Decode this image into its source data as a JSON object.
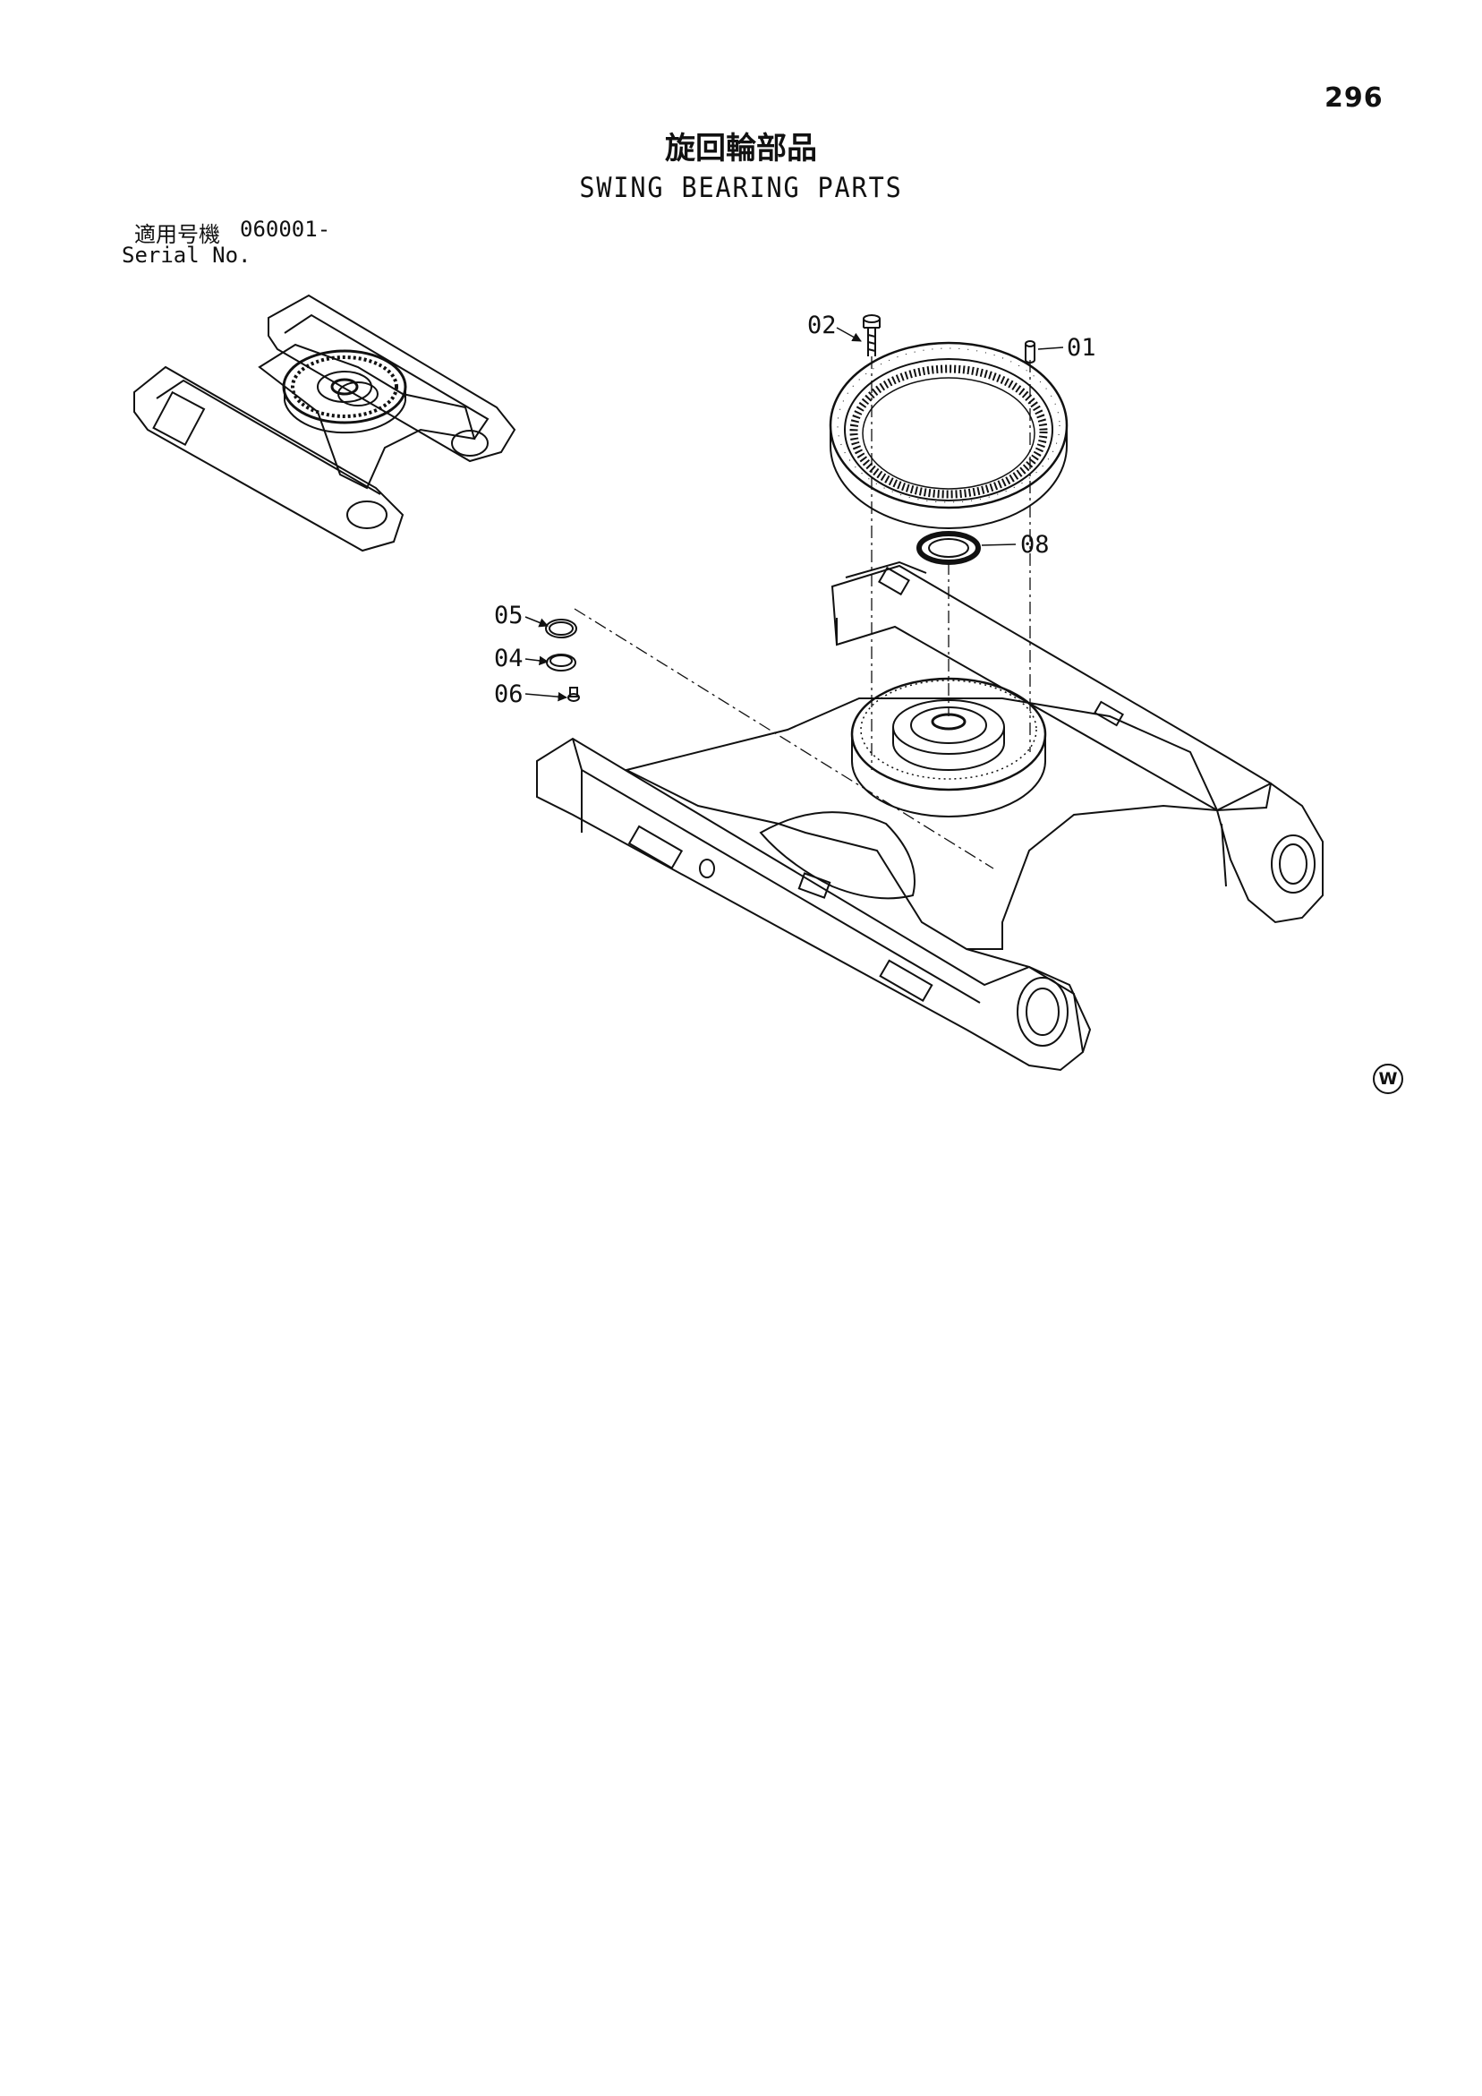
{
  "page": {
    "number": "296"
  },
  "title": {
    "japanese": "旋回輪部品",
    "english": "SWING BEARING PARTS"
  },
  "serial": {
    "label_japanese": "適用号機",
    "value": "060001-",
    "label_english": "Serial No."
  },
  "callouts": {
    "c01": "01",
    "c02": "02",
    "c04": "04",
    "c05": "05",
    "c06": "06",
    "c08": "08"
  },
  "marks": {
    "w": "W"
  }
}
